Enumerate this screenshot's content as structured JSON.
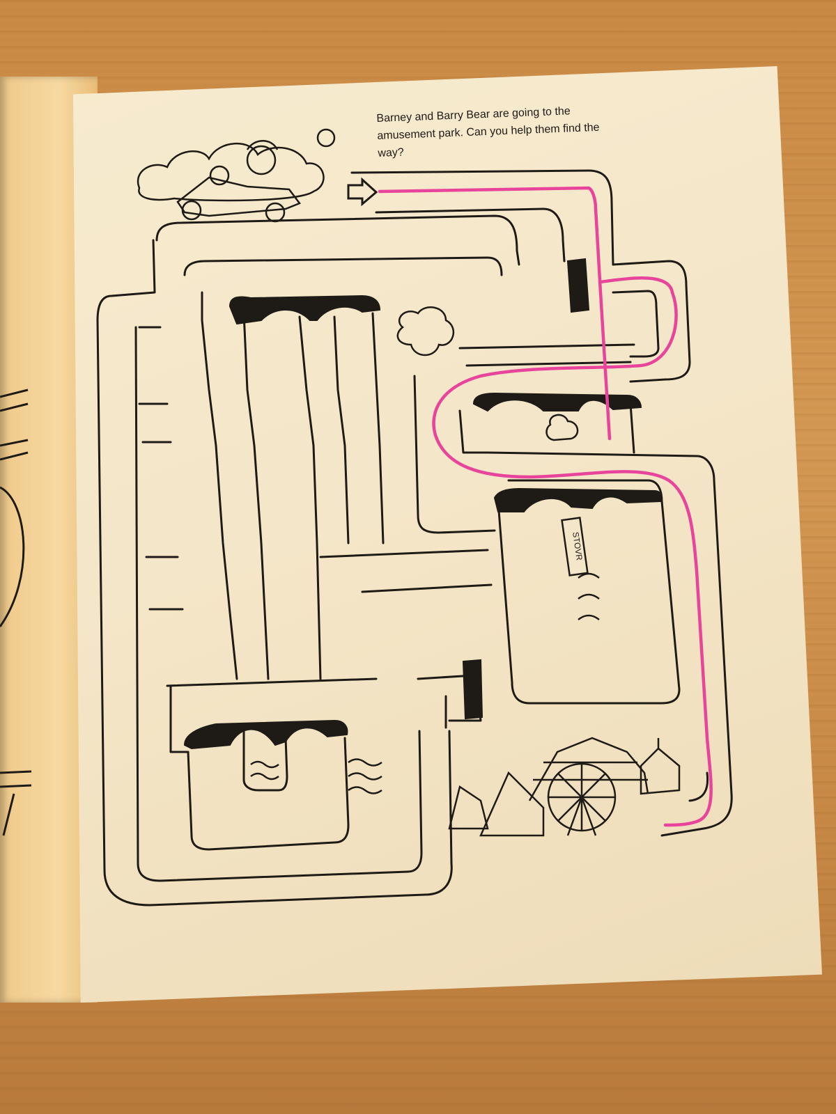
{
  "book": {
    "instruction": "Barney and Barry Bear are going to the amusement park. Can you help them find the way?",
    "sign_text": "STOVR"
  },
  "colors": {
    "page": "#f4e6c8",
    "ink": "#1e1a16",
    "highlighter_path": "#e8449b",
    "table_wood": "#c98a45"
  },
  "scene": {
    "start_marker": "arrow-icon",
    "goal": "amusement-park-illustration"
  }
}
